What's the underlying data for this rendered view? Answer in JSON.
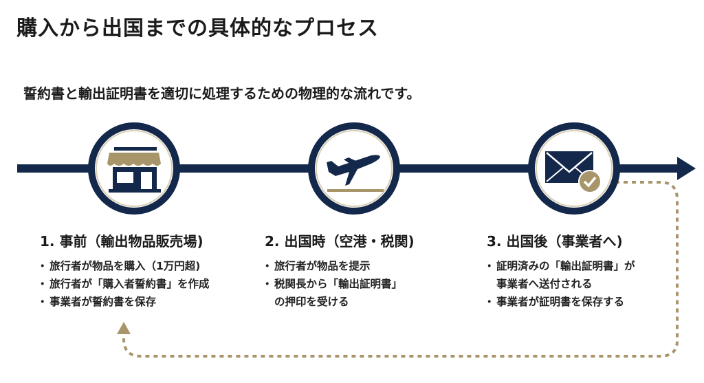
{
  "title": "購入から出国までの具体的なプロセス",
  "subtitle": "誓約書と輸出証明書を適切に処理するための物理的な流れです。",
  "colors": {
    "navy": "#13284a",
    "gold": "#a8956a"
  },
  "steps": [
    {
      "icon": "store-icon",
      "heading": "1. 事前（輸出物品販売場)",
      "bullets": [
        "旅行者が物品を購入（1万円超)",
        "旅行者が「購入者誓約書」を作成",
        "事業者が誓約書を保存"
      ]
    },
    {
      "icon": "airplane-takeoff-icon",
      "heading": "2. 出国時（空港・税関)",
      "bullets": [
        "旅行者が物品を提示",
        "税関長から「輸出証明書」",
        "の押印を受ける"
      ]
    },
    {
      "icon": "envelope-check-icon",
      "heading": "3. 出国後（事業者へ)",
      "bullets": [
        "証明済みの「輸出証明書」が",
        "事業者へ送付される",
        "事業者が証明書を保存する"
      ]
    }
  ]
}
